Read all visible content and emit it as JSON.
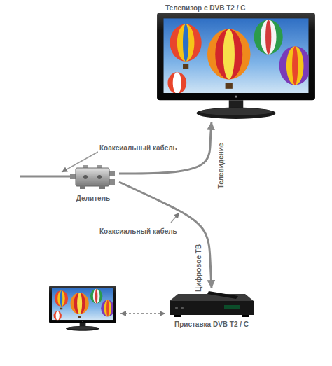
{
  "diagram": {
    "nodes": [
      {
        "text": [
          "Телевизор с DVB T2 / C"
        ]
      },
      {
        "text": [
          "Делитель"
        ]
      },
      {
        "text": [
          "Приставка DVB T2 / C"
        ]
      }
    ],
    "edges": [
      {
        "from": 1,
        "to": 0,
        "arrow": "to",
        "label": "Телевидение"
      },
      {
        "from": 1,
        "to": 2,
        "arrow": "to",
        "label": "Цифровое ТВ"
      }
    ],
    "labels": [
      "Коаксиальный кабель",
      "Коаксиальный кабель"
    ]
  }
}
